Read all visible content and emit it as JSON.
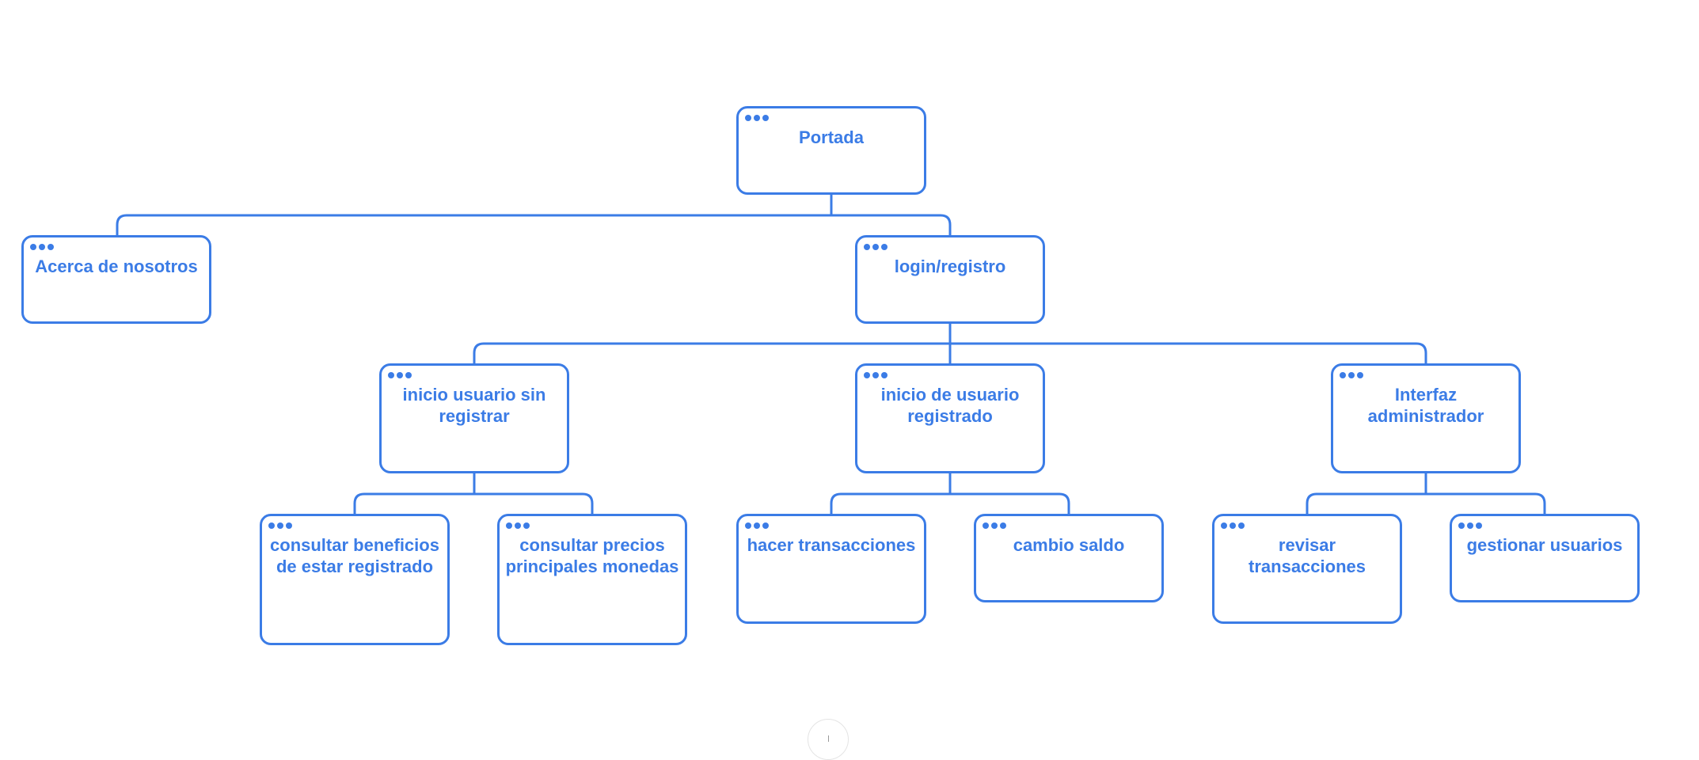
{
  "diagram": {
    "type": "sitemap",
    "accent_color": "#3b7ce6",
    "nodes": {
      "portada": {
        "label": "Portada"
      },
      "acerca": {
        "label": "Acerca de nosotros"
      },
      "login": {
        "label": "login/registro"
      },
      "inicio_sin_registrar": {
        "label": "inicio usuario sin registrar"
      },
      "inicio_registrado": {
        "label": "inicio de usuario registrado"
      },
      "admin": {
        "label": "Interfaz administrador"
      },
      "beneficios": {
        "label": "consultar beneficios de estar registrado"
      },
      "precios": {
        "label": "consultar precios principales monedas"
      },
      "transacciones": {
        "label": "hacer transacciones"
      },
      "saldo": {
        "label": "cambio saldo"
      },
      "revisar": {
        "label": "revisar transacciones"
      },
      "gestionar": {
        "label": "gestionar usuarios"
      }
    },
    "edges": [
      [
        "portada",
        "acerca"
      ],
      [
        "portada",
        "login"
      ],
      [
        "login",
        "inicio_sin_registrar"
      ],
      [
        "login",
        "inicio_registrado"
      ],
      [
        "login",
        "admin"
      ],
      [
        "inicio_sin_registrar",
        "beneficios"
      ],
      [
        "inicio_sin_registrar",
        "precios"
      ],
      [
        "inicio_registrado",
        "transacciones"
      ],
      [
        "inicio_registrado",
        "saldo"
      ],
      [
        "admin",
        "revisar"
      ],
      [
        "admin",
        "gestionar"
      ]
    ]
  }
}
